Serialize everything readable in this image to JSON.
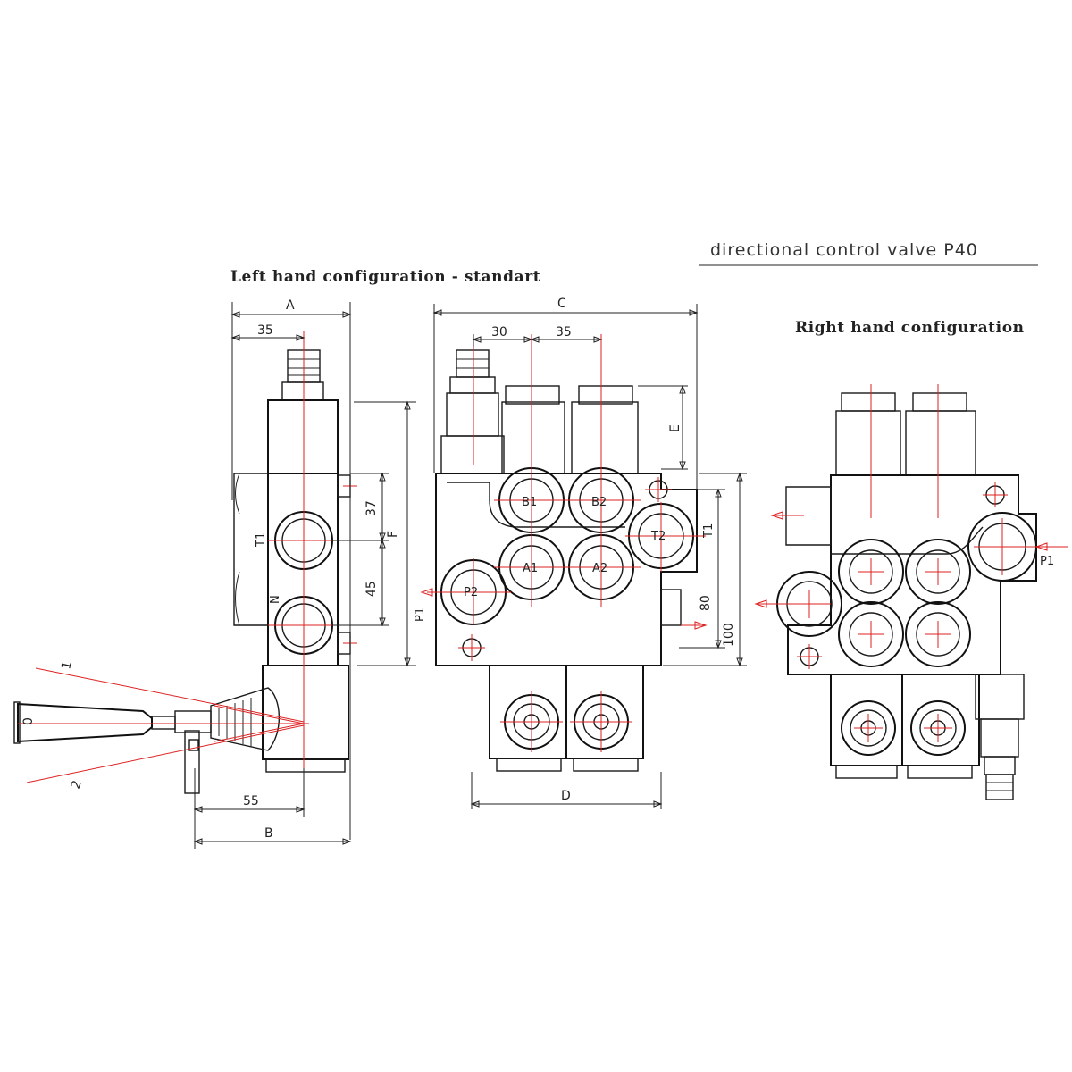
{
  "title": "directional control valve P40",
  "headings": {
    "left": "Left hand configuration - standart",
    "right": "Right hand configuration"
  },
  "dimensions": {
    "A": "A",
    "B": "B",
    "C": "C",
    "D": "D",
    "E": "E",
    "F": "F",
    "d35_left": "35",
    "d37": "37",
    "d45": "45",
    "d55": "55",
    "d30": "30",
    "d35_mid": "35",
    "d80": "80",
    "d100": "100"
  },
  "ports": {
    "T1_side": "T1",
    "N_side": "N",
    "B1": "B1",
    "B2": "B2",
    "A1": "A1",
    "A2": "A2",
    "T2": "T2",
    "P2": "P2",
    "P1_mid": "P1",
    "T1_mid": "T1",
    "P1_right": "P1"
  },
  "lever_positions": {
    "pos1": "1",
    "pos0": "0",
    "pos2": "2"
  },
  "colors": {
    "line": "#1a1a1a",
    "centerline": "#d22222",
    "background": "#ffffff"
  }
}
